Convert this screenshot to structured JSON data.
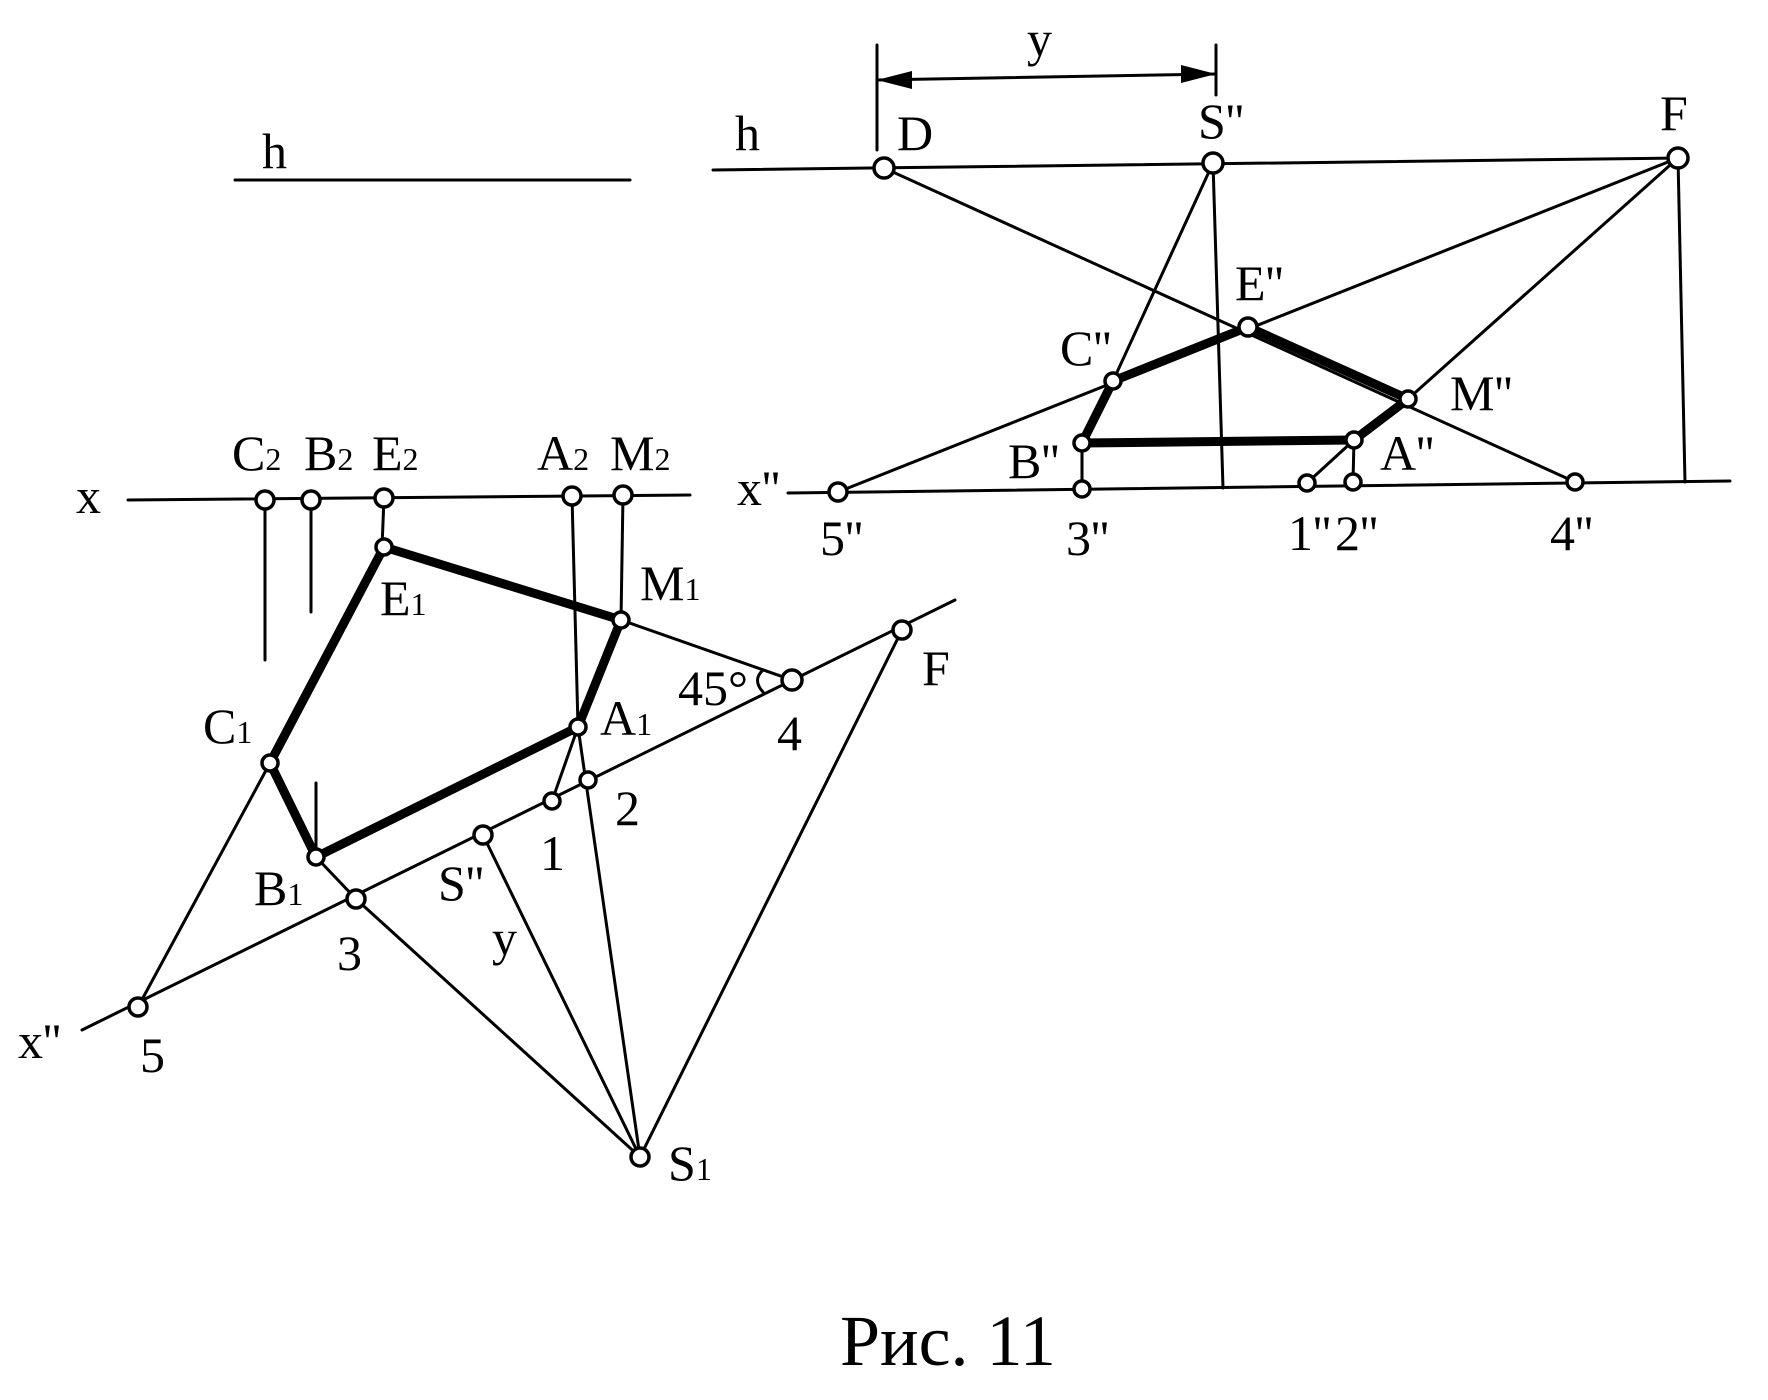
{
  "caption": "Рис. 11",
  "labels": {
    "h_left": "h",
    "x_left": "x",
    "x2_left": "x''",
    "C2": "C",
    "C2_sub": "2",
    "B2": "B",
    "B2_sub": "2",
    "E2": "E",
    "E2_sub": "2",
    "A2": "A",
    "A2_sub": "2",
    "M2": "M",
    "M2_sub": "2",
    "E1": "E",
    "E1_sub": "1",
    "M1": "M",
    "M1_sub": "1",
    "C1": "C",
    "C1_sub": "1",
    "A1": "A",
    "A1_sub": "1",
    "B1": "B",
    "B1_sub": "1",
    "S1": "S",
    "S1_sub": "1",
    "angle": "45°",
    "n1": "1",
    "n2": "2",
    "n3": "3",
    "n4": "4",
    "n5": "5",
    "S_dd_left": "S''",
    "y_left": "y",
    "F_left": "F",
    "y_right": "y",
    "h_right": "h",
    "D": "D",
    "S_dd_right": "S''",
    "F_right": "F",
    "E_dd": "E''",
    "C_dd": "C''",
    "M_dd": "M''",
    "B_dd": "B''",
    "A_dd": "A''",
    "x_dd_right": "x''",
    "n5_dd": "5''",
    "n3_dd": "3''",
    "n1_dd": "1''",
    "n2_dd": "2''",
    "n4_dd": "4''"
  }
}
